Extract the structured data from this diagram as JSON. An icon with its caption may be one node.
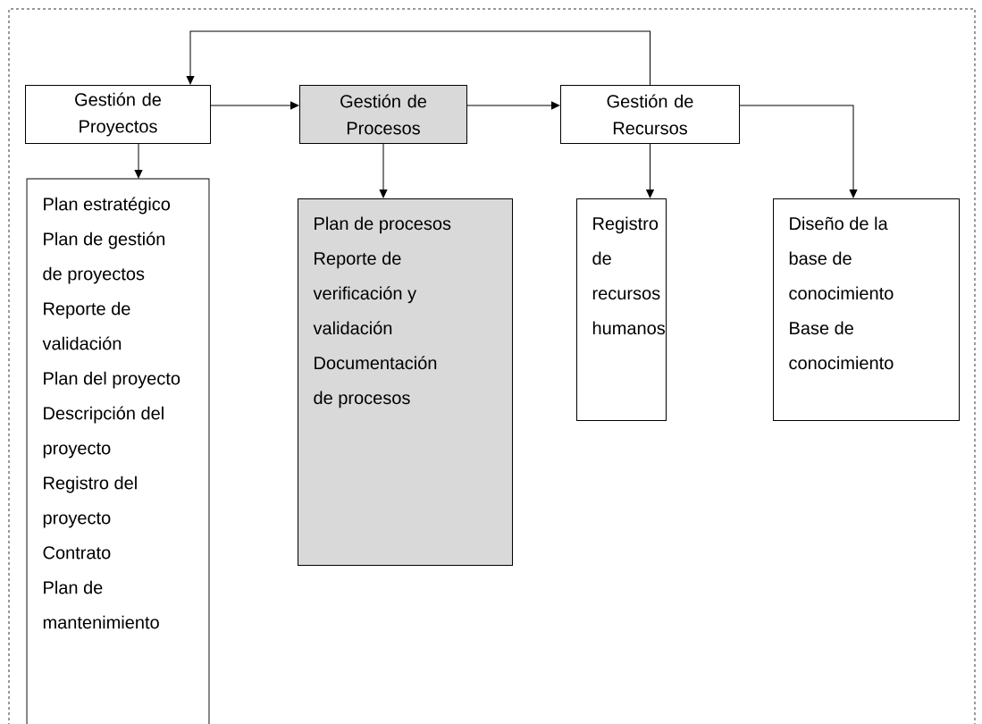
{
  "diagram": {
    "nodes": [
      {
        "text": [
          "Gestión de Proyectos"
        ]
      },
      {
        "text": [
          "Gestión de Procesos"
        ]
      },
      {
        "text": [
          "Gestión de Recursos"
        ]
      },
      {
        "text": [
          "Plan estratégico",
          "Plan de gestión de proyectos",
          "Reporte de validación",
          "Plan del proyecto",
          "Descripción del proyecto",
          "Registro del proyecto",
          "Contrato",
          "Plan de mantenimiento"
        ]
      },
      {
        "text": [
          "Plan de procesos",
          "Reporte de verificación y validación",
          "Documentación de procesos"
        ]
      },
      {
        "text": [
          "Registro de recursos humanos"
        ]
      },
      {
        "text": [
          "Diseño de la base de conocimiento",
          "Base de conocimiento"
        ]
      }
    ],
    "edges": [
      {
        "from": 0,
        "to": 1,
        "arrow": "to"
      },
      {
        "from": 1,
        "to": 2,
        "arrow": "to"
      },
      {
        "from": 2,
        "to": 0,
        "arrow": "to"
      },
      {
        "from": 0,
        "to": 3,
        "arrow": "to"
      },
      {
        "from": 1,
        "to": 4,
        "arrow": "to"
      },
      {
        "from": 2,
        "to": 5,
        "arrow": "to"
      },
      {
        "from": 2,
        "to": 6,
        "arrow": "to"
      }
    ]
  }
}
